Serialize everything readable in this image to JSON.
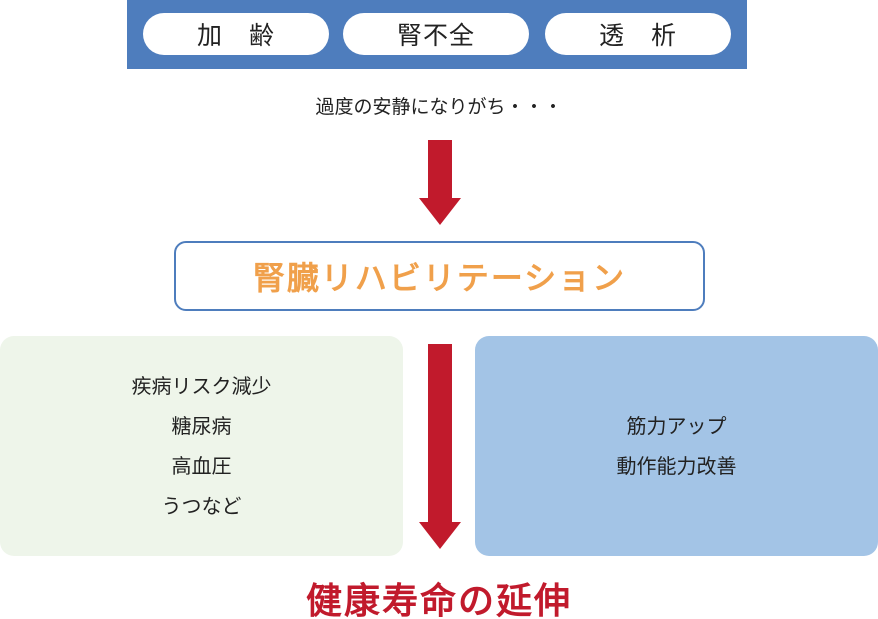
{
  "causes": [
    "加　齢",
    "腎不全",
    "透　析"
  ],
  "caption": "過度の安静になりがち・・・",
  "rehab_label": "腎臓リハビリテーション",
  "left_panel": {
    "items": [
      "疾病リスク減少",
      "糖尿病",
      "高血圧",
      "うつなど"
    ]
  },
  "right_panel": {
    "items": [
      "筋力アップ",
      "動作能力改善"
    ]
  },
  "result": "健康寿命の延伸",
  "colors": {
    "bar_blue": "#4e7dbd",
    "arrow_red": "#c11a2c",
    "rehab_orange": "#f0a04b",
    "left_panel_bg": "#eef5ea",
    "right_panel_bg": "#a3c4e6",
    "result_red": "#c11a2c"
  },
  "icons": {
    "arrow": "arrow-down-icon"
  }
}
